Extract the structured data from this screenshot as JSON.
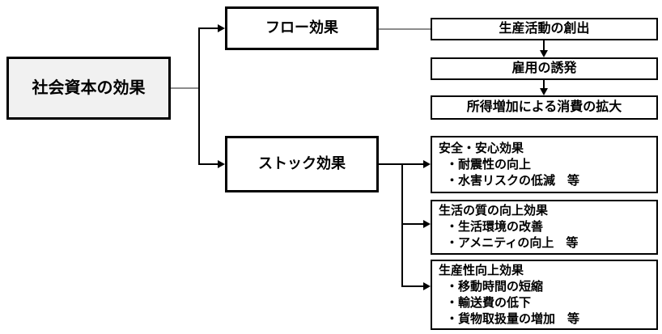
{
  "diagram": {
    "root": {
      "label": "社会資本の効果"
    },
    "flow_branch": {
      "label": "フロー効果",
      "items": [
        {
          "title": "生産活動の創出"
        },
        {
          "title": "雇用の誘発"
        },
        {
          "title": "所得増加による消費の拡大"
        }
      ]
    },
    "stock_branch": {
      "label": "ストック効果",
      "items": [
        {
          "title": "安全・安心効果",
          "bullets": [
            "・耐震性の向上",
            "・水害リスクの低減　等"
          ]
        },
        {
          "title": "生活の質の向上効果",
          "bullets": [
            "・生活環境の改善",
            "・アメニティの向上　等"
          ]
        },
        {
          "title": "生産性向上効果",
          "bullets": [
            "・移動時間の短縮",
            "・輸送費の低下",
            "・貨物取扱量の増加　等"
          ]
        }
      ]
    },
    "colors": {
      "root_fill": "#f1f1f1",
      "box_border": "#000000",
      "connector_gray": "#8c8c8c",
      "connector_black": "#000000",
      "background": "#ffffff"
    }
  }
}
